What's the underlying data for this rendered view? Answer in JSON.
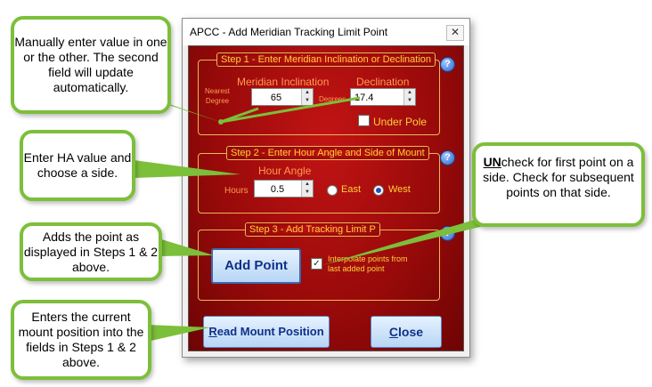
{
  "window": {
    "title": "APCC - Add Meridian Tracking Limit Point",
    "close_glyph": "✕"
  },
  "step1": {
    "legend": "Step 1 - Enter Meridian Inclination or Declination",
    "nearest_line1": "Nearest",
    "nearest_line2": "Degree",
    "inclination_label": "Meridian Inclination",
    "inclination_value": "65",
    "degrees_label": "Degrees",
    "declination_label": "Declination",
    "declination_value": "17.4",
    "under_pole_label": "Under Pole",
    "under_pole_checked": false
  },
  "step2": {
    "legend": "Step 2 - Enter Hour Angle and Side of Mount",
    "hour_angle_label": "Hour Angle",
    "hours_label": "Hours",
    "hour_angle_value": "0.5",
    "east_label": "East",
    "west_label": "West",
    "selected_side": "West"
  },
  "step3": {
    "legend": "Step 3 - Add Tracking Limit P",
    "add_point_label": "Add Point",
    "interpolate_line1": "Interpolate points from",
    "interpolate_line2": "last added point",
    "interpolate_checked": true
  },
  "buttons": {
    "read_mount_rest": "ead Mount Position",
    "read_mount_access": "R",
    "close_rest": "lose",
    "close_access": "C"
  },
  "help_glyph": "?",
  "check_glyph": "✓",
  "spin_up": "▲",
  "spin_down": "▼",
  "callouts": {
    "manual": "Manually enter value in one or the other. The second field will update automatically.",
    "ha": "Enter HA value and choose a side.",
    "adds": "Adds the point as displayed in Steps 1 & 2 above.",
    "enters": "Enters the current mount position into the fields in Steps 1 & 2 above.",
    "uncheck_bold": "UN",
    "uncheck_rest": "check for first point on a side.   Check for subsequent points on that side."
  },
  "colors": {
    "panel_red": "#9a0a0a",
    "gold_text": "#ffcf3a",
    "orange_label": "#ff9a50",
    "callout_border": "#7cbf3a",
    "button_text": "#10308a"
  }
}
